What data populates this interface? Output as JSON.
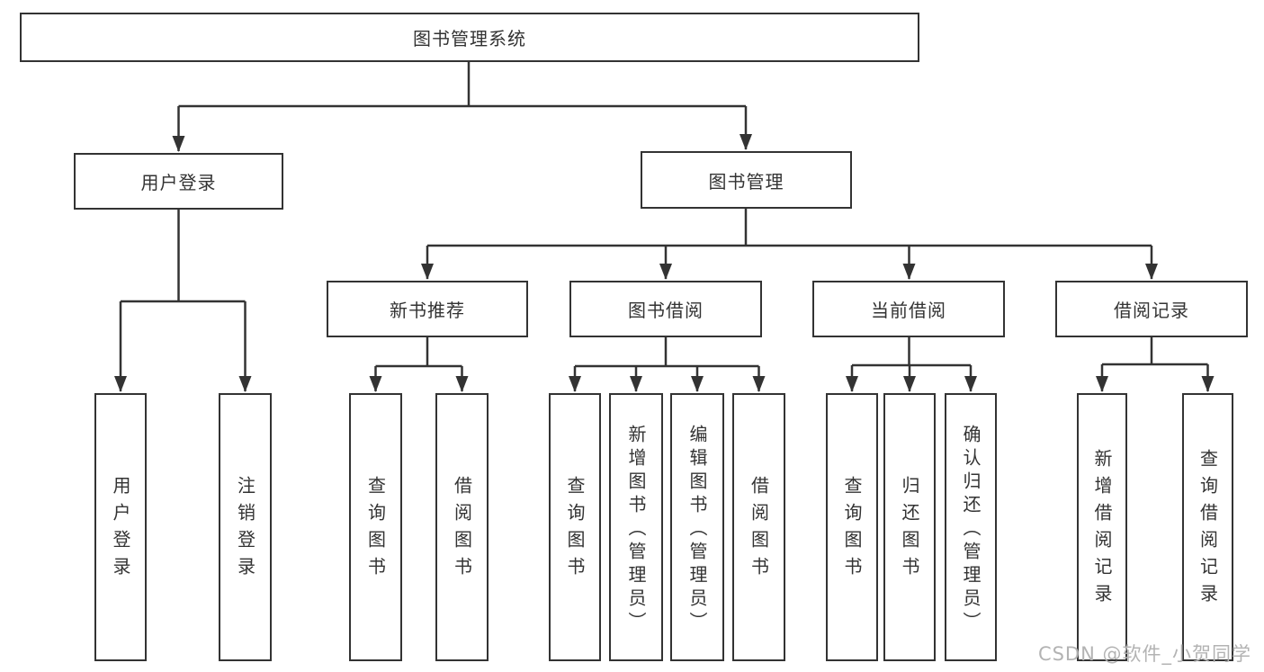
{
  "diagram": {
    "type": "hierarchy-tree",
    "root": {
      "label": "图书管理系统"
    },
    "level2": [
      {
        "label": "用户登录"
      },
      {
        "label": "图书管理"
      }
    ],
    "level3": [
      {
        "label": "新书推荐",
        "parent": "图书管理"
      },
      {
        "label": "图书借阅",
        "parent": "图书管理"
      },
      {
        "label": "当前借阅",
        "parent": "图书管理"
      },
      {
        "label": "借阅记录",
        "parent": "图书管理"
      }
    ],
    "leaves": {
      "user_login": [
        "用户登录",
        "注销登录"
      ],
      "new_book": [
        "查询图书",
        "借阅图书"
      ],
      "book_borrow": [
        "查询图书",
        "新增图书（管理员）",
        "编辑图书（管理员）",
        "借阅图书"
      ],
      "current_borrow": [
        "查询图书",
        "归还图书",
        "确认归还（管理员）"
      ],
      "borrow_record": [
        "新增借阅记录",
        "查询借阅记录"
      ]
    },
    "colors": {
      "line": "#333333",
      "box_border": "#333333",
      "text": "#333333",
      "watermark": "#b3b3b3",
      "background": "#ffffff"
    },
    "watermark": "CSDN @软件_小贺同学"
  }
}
